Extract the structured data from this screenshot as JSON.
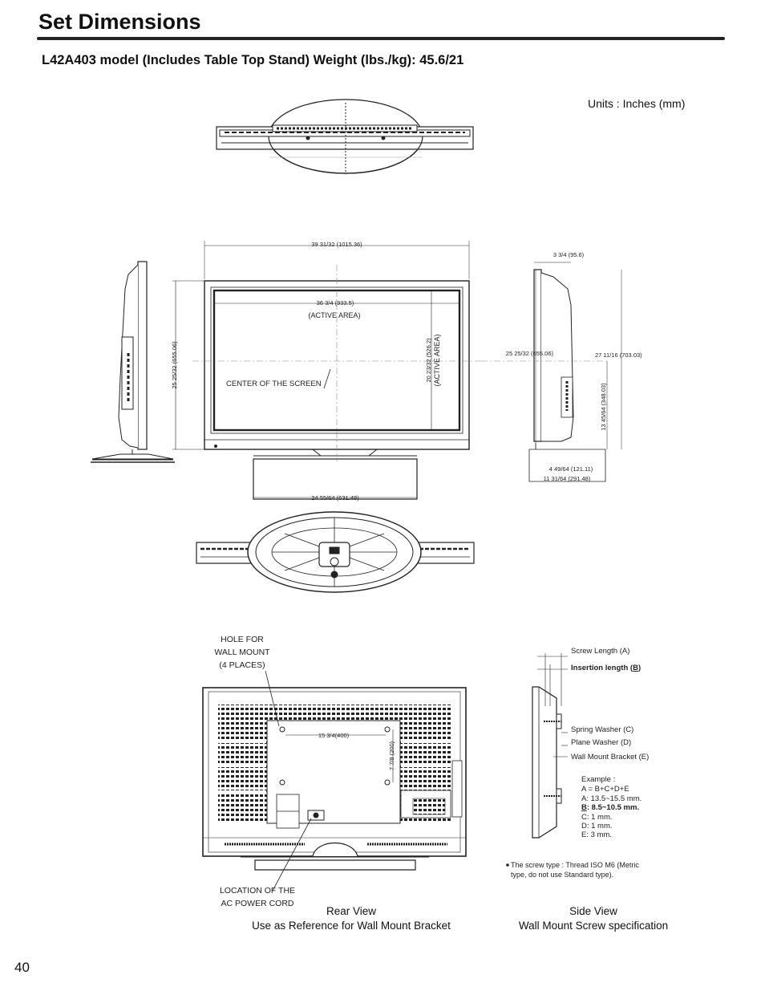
{
  "header": {
    "title": "Set Dimensions",
    "subtitle": "L42A403 model (Includes Table Top Stand) Weight (lbs./kg): 45.6/21",
    "units": "Units : Inches (mm)"
  },
  "front_view": {
    "overall_width": "39 31/32 (1015.36)",
    "active_width": "36 3/4 (933.5)",
    "active_area": "(ACTIVE AREA)",
    "active_height": "20 23/32 (526.2)",
    "active_area_vertical": "(ACTIVE AREA)",
    "screen_height": "25 25/32 (655.06)",
    "center_label": "CENTER OF THE SCREEN",
    "stand_width": "24 55/64 (631.48)"
  },
  "side_view_dims": {
    "depth": "3 3/4 (95.6)",
    "height_screen": "25 25/32 (655.06)",
    "height_total": "27 11/16 (703.03)",
    "mount_height": "13 45/64 (348.03)",
    "stand_depth_1": "4 49/64 (121.11)",
    "stand_depth_2": "11 31/64 (291.48)"
  },
  "rear_view": {
    "hole_label_1": "HOLE FOR",
    "hole_label_2": "WALL MOUNT",
    "hole_label_3": "(4 PLACES)",
    "hole_h_spacing": "15 3/4(400)",
    "hole_v_spacing": "7 7/8 (200)",
    "power_label_1": "LOCATION OF THE",
    "power_label_2": "AC POWER CORD",
    "caption_1": "Rear View",
    "caption_2": "Use as Reference for Wall Mount Bracket"
  },
  "screw_spec": {
    "screw_length": "Screw Length (A)",
    "insertion_prefix": "Insertion length (",
    "insertion_b": "B",
    "insertion_suffix": ")",
    "spring_washer": "Spring Washer (C)",
    "plane_washer": "Plane Washer (D)",
    "wall_bracket": "Wall Mount Bracket (E)",
    "example_title": "Example :",
    "example_formula": "A = B+C+D+E",
    "example_a": "A: 13.5~15.5 mm.",
    "example_b_letter": "B",
    "example_b_rest": ": 8.5~10.5 mm.",
    "example_c": "C: 1 mm.",
    "example_d": "D: 1 mm.",
    "example_e": "E: 3 mm.",
    "note_line1": "The screw type : Thread ISO M6 (Metric",
    "note_line2": "type, do not use Standard type).",
    "caption_1": "Side View",
    "caption_2": "Wall Mount Screw specification"
  },
  "footer": {
    "page_number": "40"
  }
}
